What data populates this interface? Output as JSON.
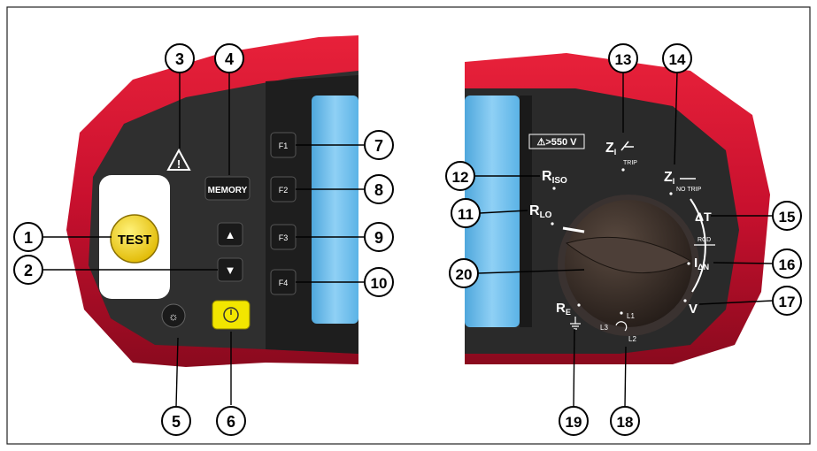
{
  "panel_left": {
    "test_label": "TEST",
    "memory_label": "MEMORY",
    "f_keys": [
      "F1",
      "F2",
      "F3",
      "F4"
    ],
    "up_arrow": "▲",
    "down_arrow": "▼",
    "warning_glyph": "!",
    "power_glyph": "⏻",
    "backlight_glyph": "☼"
  },
  "dial": {
    "warning_text": "⚠>550 V",
    "r_iso_main": "R",
    "r_iso_sub": "ISO",
    "r_lo_main": "R",
    "r_lo_sub": "LO",
    "z_trip_main": "Z",
    "z_trip_sub": "I",
    "z_trip_label": "TRIP",
    "z_notrip_main": "Z",
    "z_notrip_sub": "I",
    "z_notrip_label": "NO TRIP",
    "delta_t": "ΔT",
    "rcd": "RCD",
    "i_delta_n_main": "I",
    "i_delta_n_sub": "ΔN",
    "v": "V",
    "r_e_main": "R",
    "r_e_sub": "E",
    "l1": "L1",
    "l2": "L2",
    "l3": "L3"
  },
  "callouts": [
    "1",
    "2",
    "3",
    "4",
    "5",
    "6",
    "7",
    "8",
    "9",
    "10",
    "11",
    "12",
    "13",
    "14",
    "15",
    "16",
    "17",
    "18",
    "19",
    "20"
  ],
  "colors": {
    "housing_red": "#c8102e",
    "panel_dark": "#2e2e2e",
    "test_yellow": "#ffd600",
    "power_yellow": "#f2e600",
    "lcd_blue": "#7ec8f0",
    "knob": "#3a2f2a"
  }
}
